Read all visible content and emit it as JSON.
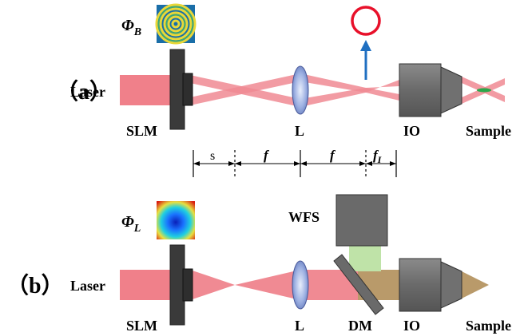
{
  "colors": {
    "beam": "#f0808a",
    "beam_dark": "#e8646f",
    "slm": "#3a3a3a",
    "lens": "#8fa2d8",
    "objective": "#6e6e6e",
    "ring": "#e8102a",
    "arrow": "#1f6fc1",
    "wfs_beam": "#bfe3a8",
    "sample_beam": "#b99a6a",
    "focus_green": "#2aa84a"
  },
  "panel_a": {
    "label": "（a）",
    "laser": "Laser",
    "slm": "SLM",
    "lens": "L",
    "objective": "IO",
    "sample": "Sample",
    "phase_label_main": "Φ",
    "phase_label_sub": "B"
  },
  "panel_b": {
    "label": "（b）",
    "laser": "Laser",
    "slm": "SLM",
    "lens": "L",
    "dm": "DM",
    "objective": "IO",
    "sample": "Sample",
    "wfs": "WFS",
    "phase_label_main": "Φ",
    "phase_label_sub": "L"
  },
  "distances": {
    "s": "s",
    "f1": "f",
    "f2": "f",
    "fi_main": "f",
    "fi_sub": "I"
  }
}
